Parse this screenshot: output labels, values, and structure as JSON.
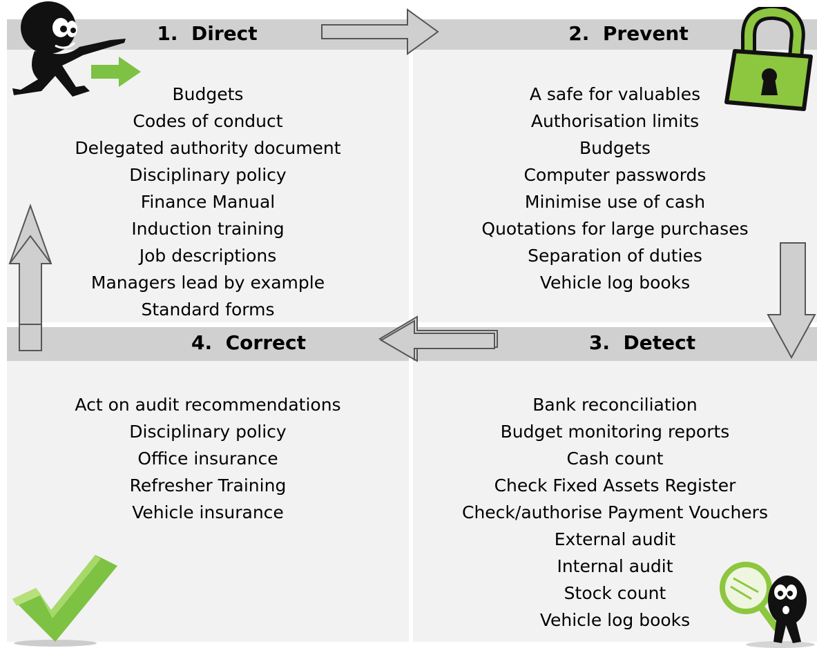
{
  "quadrants": [
    {
      "title": "1.  Direct",
      "items": [
        "Budgets",
        "Codes of conduct",
        "Delegated authority document",
        "Disciplinary policy",
        "Finance Manual",
        "Induction training",
        "Job descriptions",
        "Managers lead by example",
        "Standard forms"
      ]
    },
    {
      "title": "2.  Prevent",
      "items": [
        "A safe for valuables",
        "Authorisation limits",
        "Budgets",
        "Computer passwords",
        "Minimise use of cash",
        "Quotations for large purchases",
        "Separation of duties",
        "Vehicle log books"
      ]
    },
    {
      "title": "3.  Detect",
      "items": [
        "Bank reconciliation",
        "Budget monitoring reports",
        "Cash count",
        "Check Fixed Assets Register",
        "Check/authorise Payment Vouchers",
        "External audit",
        "Internal audit",
        "Stock count",
        "Vehicle log books"
      ]
    },
    {
      "title": "4.  Correct",
      "items": [
        "Act on audit recommendations",
        "Disciplinary policy",
        "Office insurance",
        "Refresher Training",
        "Vehicle insurance"
      ]
    }
  ],
  "colors": {
    "panel": "#f2f2f2",
    "band": "#d0d0d0",
    "arrow_fill": "#cfcfcf",
    "green": "#7dc242",
    "lock_green": "#8dc63f"
  },
  "icons": [
    "pointing-figure-icon",
    "green-arrow-icon",
    "padlock-icon",
    "magnifier-figure-icon",
    "checkmark-icon"
  ]
}
